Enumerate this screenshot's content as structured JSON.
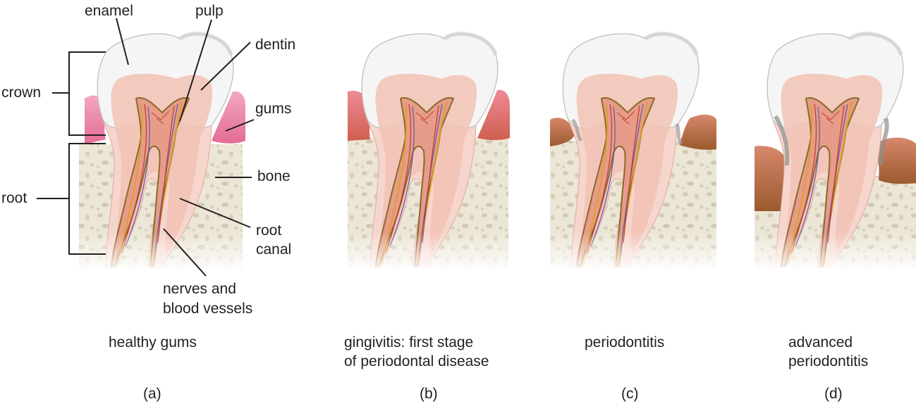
{
  "labels": {
    "enamel": "enamel",
    "pulp": "pulp",
    "dentin": "dentin",
    "crown": "crown",
    "gums": "gums",
    "bone": "bone",
    "root": "root",
    "root_canal_1": "root",
    "root_canal_2": "canal",
    "nerves_1": "nerves and",
    "nerves_2": "blood vessels"
  },
  "panels": [
    {
      "letter": "(a)",
      "caption_lines": [
        "healthy gums"
      ]
    },
    {
      "letter": "(b)",
      "caption_lines": [
        "gingivitis: first stage",
        "of periodontal disease"
      ]
    },
    {
      "letter": "(c)",
      "caption_lines": [
        "periodontitis"
      ]
    },
    {
      "letter": "(d)",
      "caption_lines": [
        "advanced",
        "periodontitis"
      ]
    }
  ],
  "colors": {
    "enamel": "#f4f4f4",
    "dentin": "#f6cfc6",
    "pulp": "#e39a86",
    "pulp_edge": "#8a6a2c",
    "gum_healthy": "#ef8fae",
    "gum_inflamed": "#d87462",
    "gum_diseased": "#b36a3e",
    "bone": "#ece6d6",
    "bone_pore": "#cfc7b2",
    "leader": "#231f20"
  }
}
